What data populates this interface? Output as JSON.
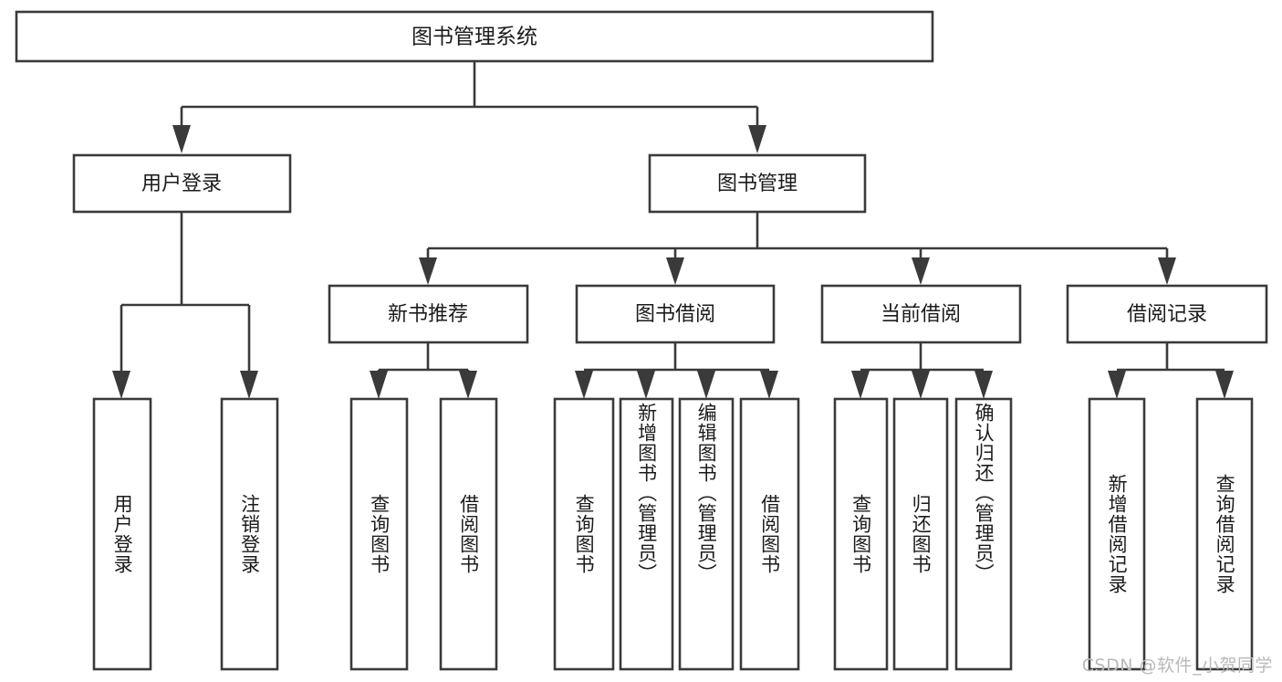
{
  "diagram": {
    "type": "tree-hierarchy-diagram",
    "title": "图书管理系统",
    "colors": {
      "stroke": "#3a3a3a",
      "box_fill": "#ffffff",
      "text": "#1b1b1b",
      "background": "#ffffff",
      "watermark": "#b9b9b9"
    },
    "root": {
      "label": "图书管理系统"
    },
    "level2": [
      {
        "label": "用户登录"
      },
      {
        "label": "图书管理"
      }
    ],
    "level3": [
      {
        "label": "新书推荐"
      },
      {
        "label": "图书借阅"
      },
      {
        "label": "当前借阅"
      },
      {
        "label": "借阅记录"
      }
    ],
    "leaves": {
      "user_login": [
        {
          "label": "用户登录"
        },
        {
          "label": "注销登录"
        }
      ],
      "new_book_recommend": [
        {
          "label": "查询图书"
        },
        {
          "label": "借阅图书"
        }
      ],
      "book_borrow": [
        {
          "label": "查询图书"
        },
        {
          "label": "新增图书（管理员）"
        },
        {
          "label": "编辑图书（管理员）"
        },
        {
          "label": "借阅图书"
        }
      ],
      "current_borrow": [
        {
          "label": "查询图书"
        },
        {
          "label": "归还图书"
        },
        {
          "label": "确认归还（管理员）"
        }
      ],
      "borrow_record": [
        {
          "label": "新增借阅记录"
        },
        {
          "label": "查询借阅记录"
        }
      ]
    }
  },
  "watermark": {
    "text": "CSDN @软件_小贺同学"
  }
}
